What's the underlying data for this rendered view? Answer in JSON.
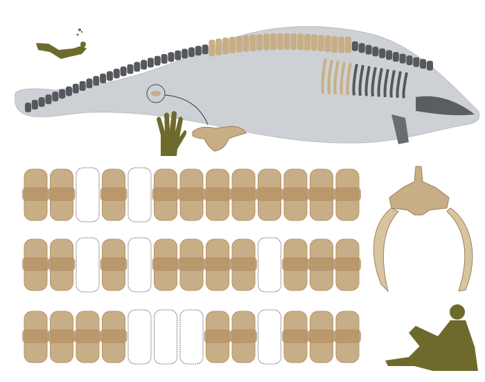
{
  "colors": {
    "background": "#ffffff",
    "body_silhouette": "#c8ccd0",
    "skeleton": "#55585c",
    "bone": "#c8ae86",
    "bone_highlight": "#b59266",
    "human_silhouette": "#6d6a2c",
    "outline": "#555555"
  },
  "figures": {
    "whale_reconstruction": "whale-skeleton-illustration",
    "diver": "diver-silhouette-icon",
    "hand": "hand-silhouette-icon",
    "pelvis": "pelvis-bone-illustration",
    "rib": "rib-bone-illustration",
    "seated_person": "seated-person-silhouette-icon"
  },
  "vertebra_rows": [
    {
      "view": "dorsal",
      "count": 13,
      "missing": [
        2,
        4
      ]
    },
    {
      "view": "lateral",
      "count": 13,
      "missing": [
        2,
        4,
        9
      ]
    },
    {
      "view": "ventral",
      "count": 13,
      "missing": [
        4,
        5,
        6,
        9
      ]
    }
  ]
}
